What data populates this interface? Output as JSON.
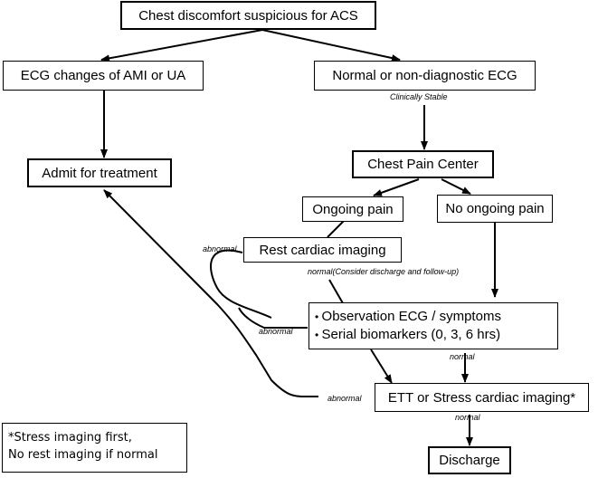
{
  "nodes": {
    "chest_discomfort": "Chest discomfort suspicious for ACS",
    "ecg_changes": "ECG changes of AMI or UA",
    "normal_ecg": "Normal or non-diagnostic ECG",
    "admit": "Admit for treatment",
    "chest_pain_center": "Chest Pain Center",
    "ongoing_pain": "Ongoing pain",
    "no_ongoing_pain": "No ongoing pain",
    "rest_imaging": "Rest cardiac imaging",
    "observation_ecg": "Observation ECG / symptoms",
    "serial_biomarkers": "Serial biomarkers (0, 3, 6 hrs)",
    "ett_stress": "ETT or Stress cardiac imaging*",
    "discharge": "Discharge"
  },
  "edge_labels": {
    "clinically_stable": "Clinically Stable",
    "abnormal_rest": "abnormal",
    "normal_rest": "normal(Consider discharge and follow-up)",
    "abnormal_obs": "abnormal",
    "normal_obs": "normal",
    "abnormal_ett": "abnormal",
    "normal_ett": "normal"
  },
  "footnote": {
    "line1": "*Stress imaging first,",
    "line2": "No rest imaging if normal"
  }
}
